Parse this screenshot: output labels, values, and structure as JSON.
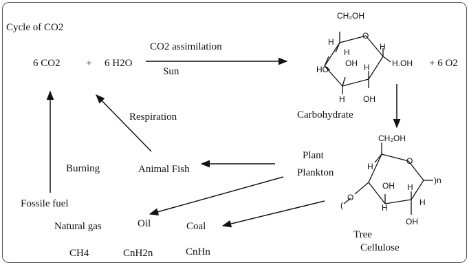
{
  "labels": {
    "title": "Cycle of  CO2",
    "six_co2": "6  CO2",
    "plus_1": "+",
    "six_h2o": "6  H2O",
    "assimilation": "CO2 assimilation",
    "sun": "Sun",
    "plus_6o2": "+  6 O2",
    "carbohydrate": "Carbohydrate",
    "respiration": "Respiration",
    "burning": "Burning",
    "animal_fish": "Animal  Fish",
    "plant": "Plant",
    "plankton": "Plankton",
    "fossile_fuel": "Fossile fuel",
    "natural_gas": "Natural gas",
    "oil": "Oil",
    "coal": "Coal",
    "ch4": "CH4",
    "cnh2n": "CnH2n",
    "cnhn": "CnHn",
    "tree": "Tree",
    "cellulose": "Cellulose"
  },
  "glucose": {
    "ch2oh": "CH₂OH",
    "ring_o": "O",
    "h_a": "H",
    "h_b": "H",
    "h_c": "H",
    "h_d": "H",
    "h_e": "H",
    "oh_a": "OH",
    "oh_b": "OH",
    "ho": "HO",
    "h_oh": "H.OH"
  },
  "cellulose_structure": {
    "ch2oh": "CH₂OH",
    "ring_o": "O",
    "h_a": "H",
    "h_b": "H",
    "h_c": "H",
    "h_d": "H",
    "oh_a": "OH",
    "oh_b": "OH",
    "link": "(",
    "o_link": "O",
    "sub_n": ")n"
  }
}
